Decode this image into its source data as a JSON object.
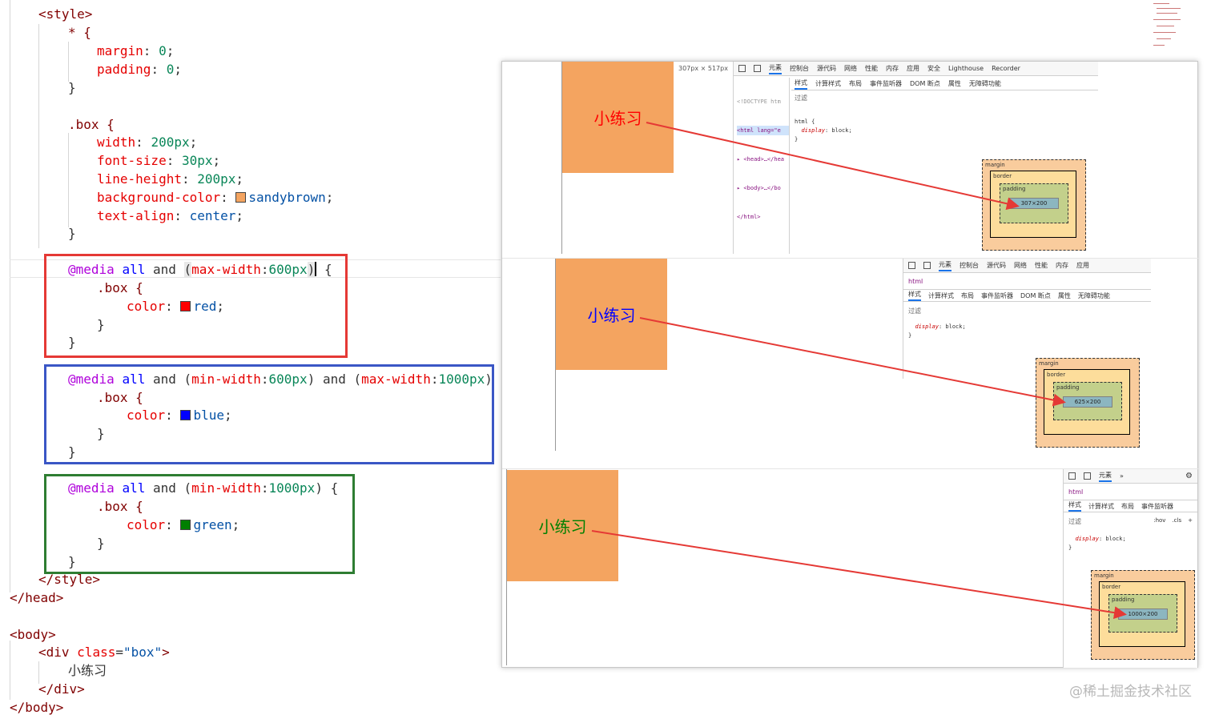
{
  "editor": {
    "lines": {
      "style_open": "<style>",
      "star": "* {",
      "margin_prop": "margin",
      "margin_val": "0",
      "padding_prop": "padding",
      "padding_val": "0",
      "close_brace": "}",
      "box_sel": ".box {",
      "width_prop": "width",
      "width_val": "200px",
      "fontsize_prop": "font-size",
      "fontsize_val": "30px",
      "lineheight_prop": "line-height",
      "lineheight_val": "200px",
      "bg_prop": "background-color",
      "bg_val": "sandybrown",
      "align_prop": "text-align",
      "align_val": "center",
      "style_close": "</style>",
      "head_close": "</head>",
      "body_open": "<body>",
      "div_open_tag": "<div",
      "div_attr": "class",
      "div_attr_val": "\"box\"",
      "div_text": "小练习",
      "div_close": "</div>",
      "body_close": "</body>"
    },
    "media_blocks": [
      {
        "at": "@media",
        "all": "all",
        "and": "and",
        "query": "(max-width:600px)",
        "query_prop": "max-width",
        "query_val": "600px",
        "selector": ".box {",
        "prop": "color",
        "value": "red",
        "swatch": "#ff0000",
        "frame_color": "#e53935"
      },
      {
        "at": "@media",
        "all": "all",
        "and": "and",
        "q1_prop": "min-width",
        "q1_val": "600px",
        "and2": "and",
        "q2_prop": "max-width",
        "q2_val": "1000px",
        "selector": ".box {",
        "prop": "color",
        "value": "blue",
        "swatch": "#0000ff",
        "frame_color": "#3a56c5"
      },
      {
        "at": "@media",
        "all": "all",
        "and": "and",
        "q1_prop": "min-width",
        "q1_val": "1000px",
        "selector": ".box {",
        "prop": "color",
        "value": "green",
        "swatch": "#008000",
        "frame_color": "#2e7d32"
      }
    ]
  },
  "screenshots": [
    {
      "box_text": "小练习",
      "text_color": "#ff0000",
      "size_readout": "307px × 517px",
      "tabs": [
        "元素",
        "控制台",
        "源代码",
        "网络",
        "性能",
        "内存",
        "应用",
        "安全",
        "Lighthouse",
        "Recorder"
      ],
      "subtabs": [
        "样式",
        "计算样式",
        "布局",
        "事件监听器",
        "DOM 断点",
        "属性",
        "无障碍功能"
      ],
      "filter": "过滤",
      "rule_selector": "html {",
      "rule_prop": "display",
      "rule_val": "block;",
      "rule_close": "}",
      "elements": [
        "<!DOCTYPE htm",
        "<html lang=\"e",
        "▸ <head>…</hea",
        "▸ <body>…</bo",
        "</html>"
      ],
      "bm": {
        "margin": "margin",
        "border": "border",
        "padding": "padding",
        "content": "307×200",
        "dash": "-"
      }
    },
    {
      "box_text": "小练习",
      "text_color": "#0000ff",
      "tabs": [
        "元素",
        "控制台",
        "源代码",
        "网络",
        "性能",
        "内存",
        "应用"
      ],
      "breadcrumb": "html",
      "subtabs": [
        "样式",
        "计算样式",
        "布局",
        "事件监听器",
        "DOM 断点",
        "属性",
        "无障碍功能"
      ],
      "filter": "过滤",
      "rule_prop": "display",
      "rule_val": "block;",
      "rule_close": "}",
      "bm": {
        "margin": "margin",
        "border": "border",
        "padding": "padding",
        "content": "625×200",
        "dash": "-"
      }
    },
    {
      "box_text": "小练习",
      "text_color": "#008000",
      "tabs": [
        "元素",
        "»"
      ],
      "breadcrumb": "html",
      "subtabs": [
        "样式",
        "计算样式",
        "布局",
        "事件监听器"
      ],
      "filter": "过滤",
      "filter_hov": ":hov",
      "filter_cls": ".cls",
      "filter_plus": "+",
      "rule_prop": "display",
      "rule_val": "block;",
      "rule_close": "}",
      "bm": {
        "margin": "margin",
        "border": "border",
        "padding": "padding",
        "content": "1000×200",
        "dash": "-"
      }
    }
  ],
  "watermark": "@稀土掘金技术社区",
  "colors": {
    "sandybrown": "#f4a460",
    "arrow": "#e53935"
  }
}
